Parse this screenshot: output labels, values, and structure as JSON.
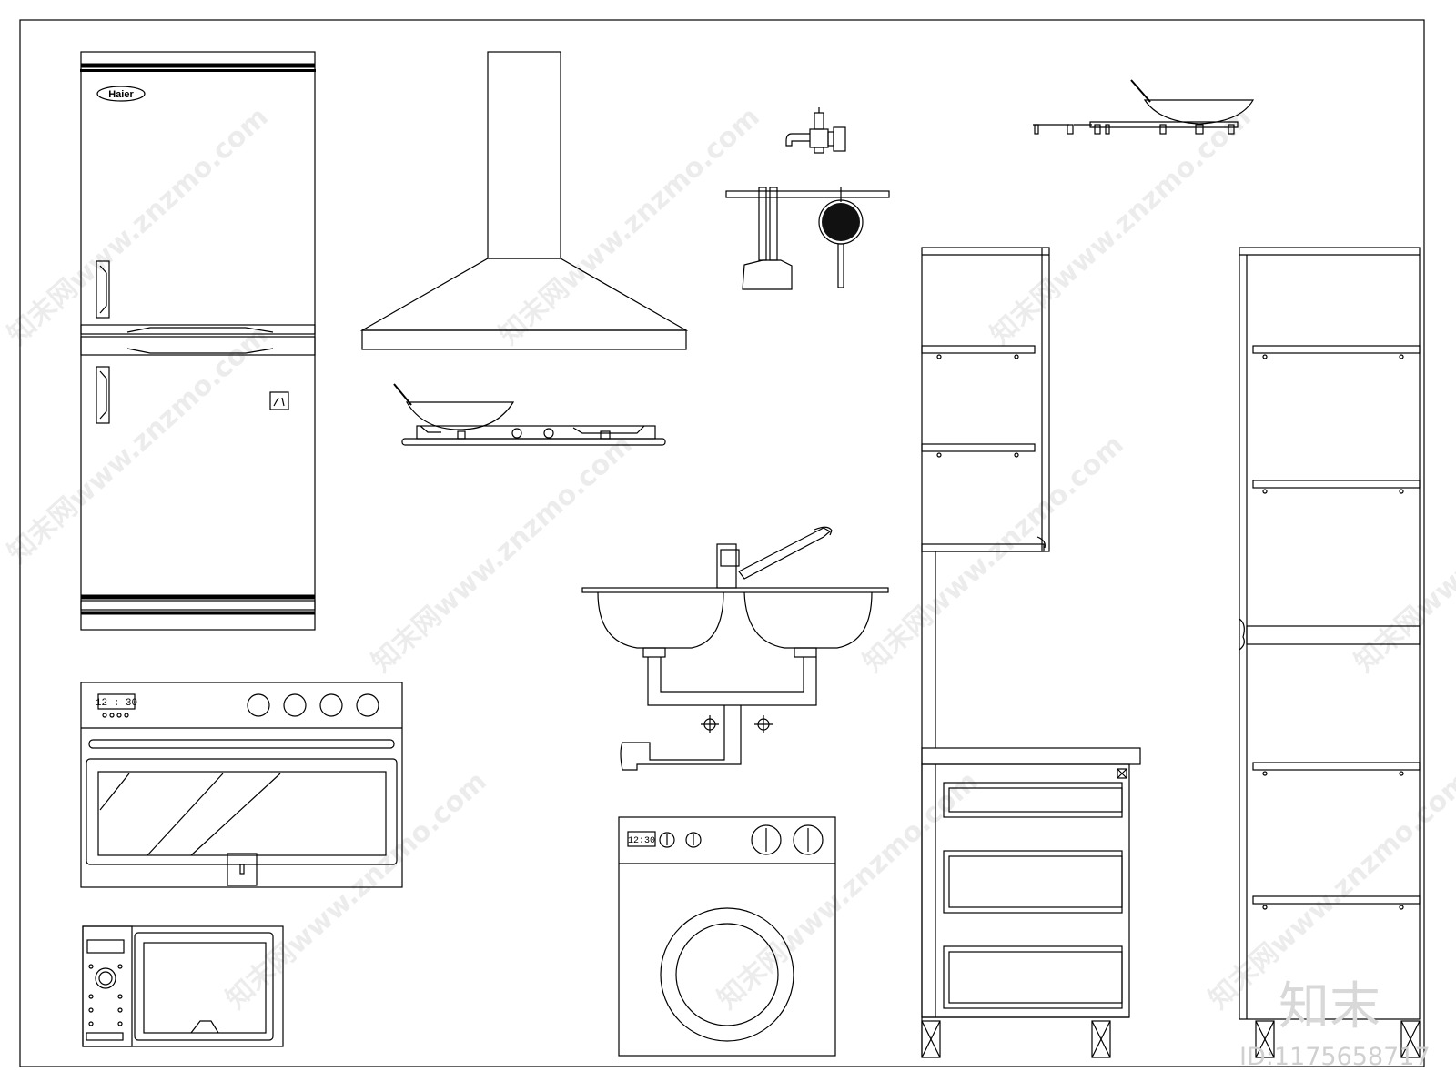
{
  "fridge": {
    "brand": "Haier"
  },
  "oven": {
    "clock": "12 : 30"
  },
  "washer": {
    "clock": "12:30"
  },
  "watermark": {
    "text": "知末网www.znzmo.com",
    "logo": "知末",
    "id_label": "ID:1175658717"
  }
}
